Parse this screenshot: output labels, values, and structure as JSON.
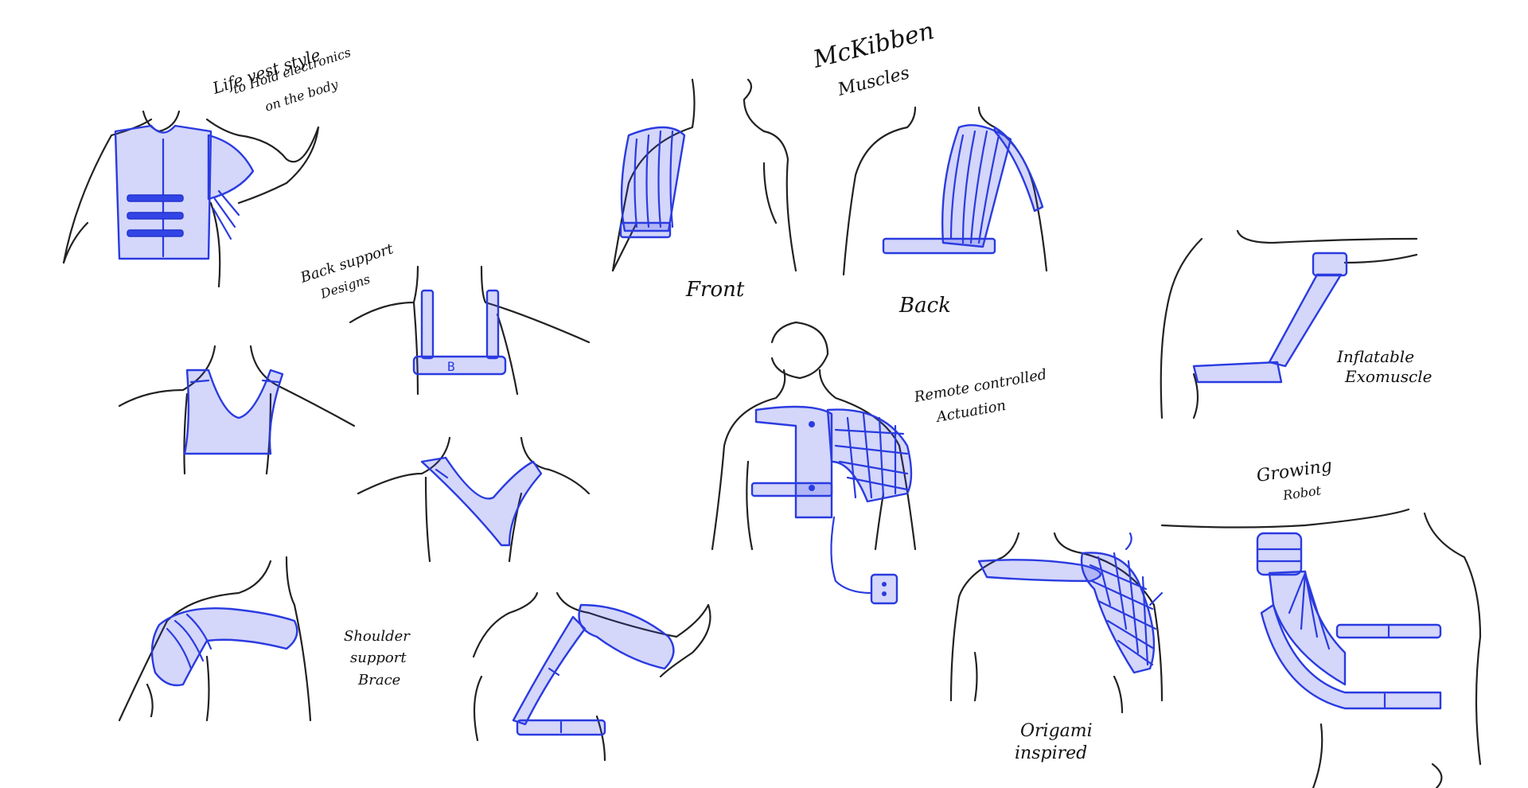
{
  "labels": {
    "life_vest": [
      "Life vest style",
      "to Hold electronics",
      "on the body"
    ],
    "mckibben": [
      "McKibben",
      "Muscles"
    ],
    "front": "Front",
    "back": "Back",
    "back_support": [
      "Back support",
      "Designs"
    ],
    "remote": [
      "Remote controlled",
      "Actuation"
    ],
    "inflatable": [
      "Inflatable",
      "Exomuscle"
    ],
    "growing": [
      "Growing",
      "Robot"
    ],
    "shoulder_support": [
      "Shoulder",
      "support",
      "Brace"
    ],
    "origami": [
      "Origami",
      "inspired"
    ],
    "buckle_text": "B"
  },
  "colors": {
    "ink": "#222222",
    "accent": "#2a3be0"
  }
}
